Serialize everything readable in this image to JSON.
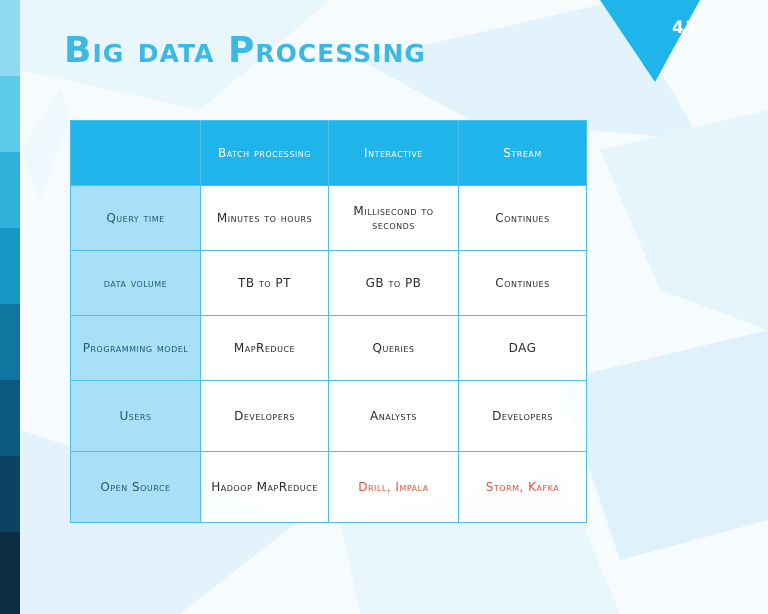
{
  "slide": {
    "number": "43",
    "title": "Big data Processing",
    "colors": {
      "title": "#3cb8e4",
      "header_fill": "#1fb4ea",
      "rowhead_fill": "#a9e0f7",
      "highlight_text": "#e8503a",
      "corner_triangle": "#1fb4ea"
    }
  },
  "table": {
    "headers": [
      "",
      "Batch processing",
      "Interactive",
      "Stream"
    ],
    "rows": [
      {
        "label": "Query time",
        "cells": [
          "Minutes to hours",
          "Millisecond to seconds",
          "Continues"
        ]
      },
      {
        "label": "data volume",
        "cells": [
          "TB to PT",
          "GB to PB",
          "Continues"
        ]
      },
      {
        "label": "Programming model",
        "cells": [
          "MapReduce",
          "Queries",
          "DAG"
        ]
      },
      {
        "label": "Users",
        "cells": [
          "Developers",
          "Analysts",
          "Developers"
        ]
      },
      {
        "label": "Open Source",
        "cells": [
          "Hadoop MapReduce",
          "Drill, Impala",
          "Storm, Kafka"
        ]
      }
    ]
  }
}
